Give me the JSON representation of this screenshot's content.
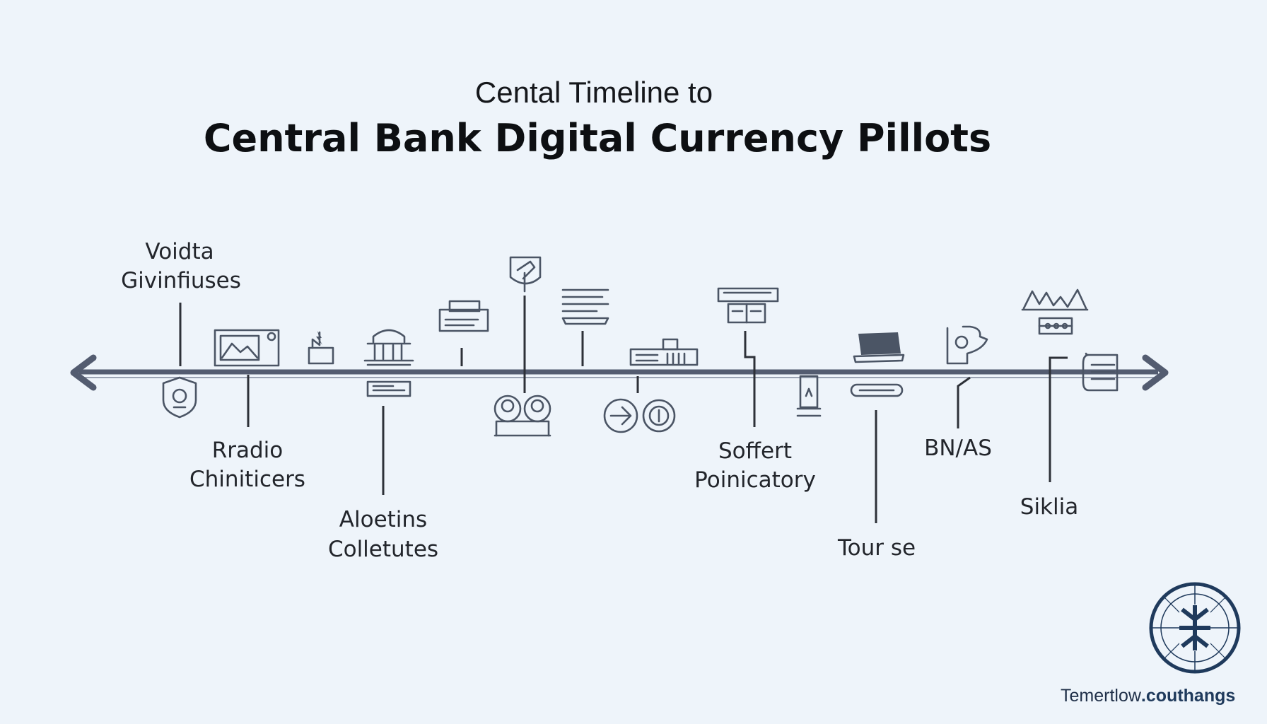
{
  "header": {
    "subtitle": "Cental Timeline to",
    "title": "Central Bank  Digital Currency Pillots"
  },
  "labels": {
    "voidta": [
      "Voidta",
      "Givinfiuses"
    ],
    "rradio": [
      "Rradio",
      "Chiniticers"
    ],
    "aloetins": [
      "Aloetins",
      "Colletutes"
    ],
    "soffert": [
      "Soffert",
      "Poinicatory"
    ],
    "tourse": [
      "Tour se"
    ],
    "bnas": [
      "BN/AS"
    ],
    "siklia": [
      "Siklia"
    ]
  },
  "footer": {
    "brand_prefix": "Temertlow",
    "brand_suffix": ".couthangs"
  },
  "colors": {
    "background": "#eef4fa",
    "timeline_axis": "#535c70",
    "icon_stroke": "#4b5565",
    "logo_navy": "#1f3a5c"
  },
  "icons": [
    "shield-icon",
    "picture-frame-icon",
    "factory-icon",
    "bank-building-icon",
    "document-card-icon",
    "printer-icon",
    "hand-coin-icon",
    "people-coins-icon",
    "data-grid-icon",
    "plate-icon",
    "server-rack-icon",
    "arrow-circle-icon",
    "coin-icon",
    "dashboard-panel-icon",
    "tower-icon",
    "laptop-icon",
    "router-icon",
    "face-profile-icon",
    "city-skyline-icon",
    "abacus-icon",
    "wallet-icon",
    "compass-seal-icon"
  ]
}
